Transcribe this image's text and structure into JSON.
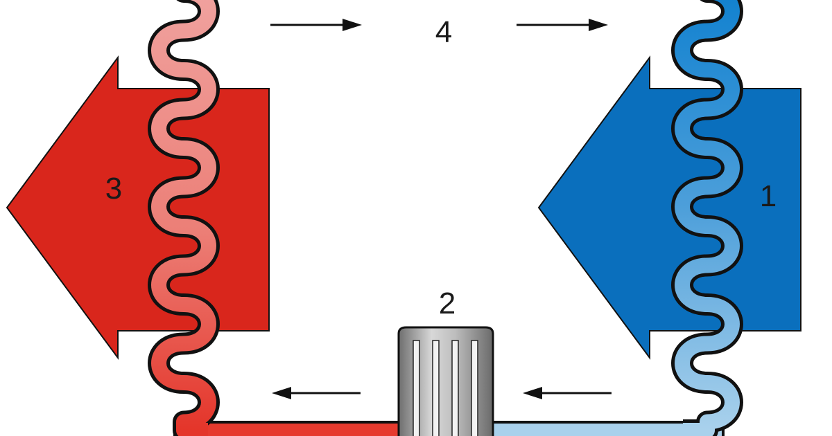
{
  "labels": {
    "evaporator": "1",
    "compressor": "2",
    "condenser": "3",
    "expansion": "4"
  },
  "colors": {
    "hot_arrow": "#d9261c",
    "cold_arrow": "#0a6fbd",
    "hot_coil_top": "#f0a3a0",
    "hot_coil_bottom": "#e63a2e",
    "cold_coil_top": "#1183d0",
    "cold_coil_bottom": "#a9d1ec",
    "outline": "#111111",
    "compressor_body": "#b0b0b0"
  },
  "icons": {
    "heat_out": "large-left-arrow",
    "heat_in": "large-left-arrow",
    "flow": "small-arrow"
  }
}
